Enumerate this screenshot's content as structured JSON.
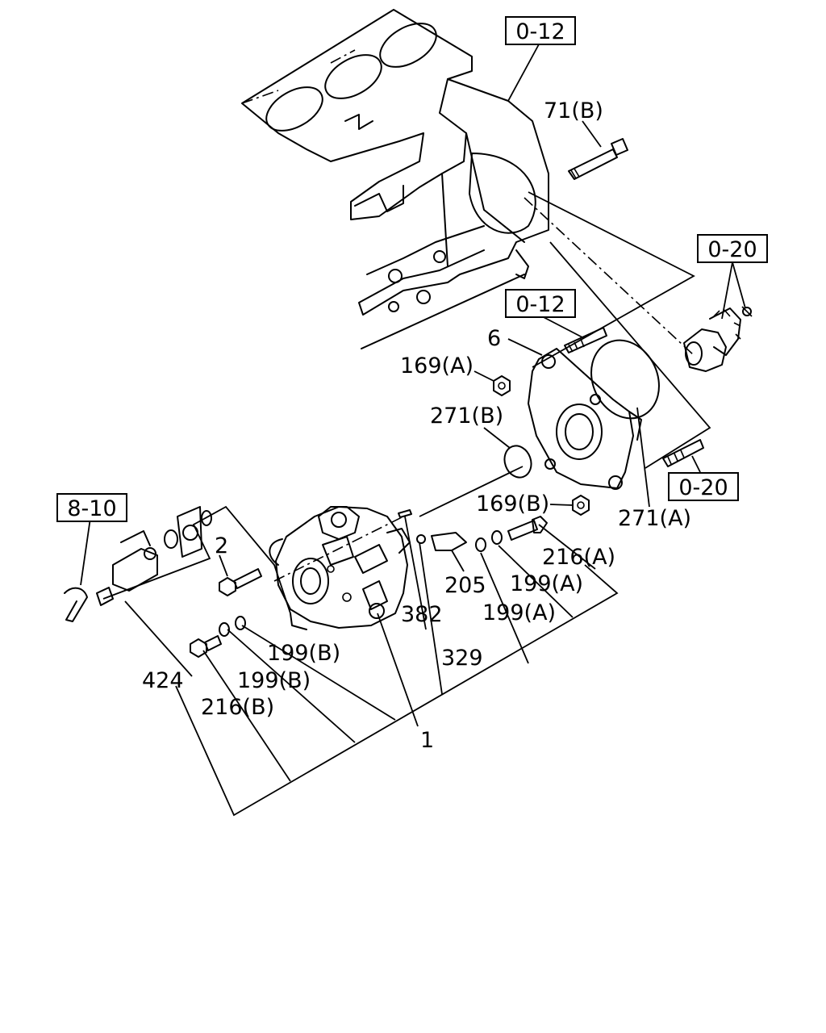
{
  "references": {
    "ref_top": "0-12",
    "ref_right_top": "0-20",
    "ref_middle": "0-12",
    "ref_right_bottom": "0-20",
    "ref_left": "8-10"
  },
  "callouts": {
    "p71b": "71(B)",
    "p6": "6",
    "p169a": "169(A)",
    "p271b": "271(B)",
    "p169b": "169(B)",
    "p271a": "271(A)",
    "p2": "2",
    "p216a": "216(A)",
    "p205": "205",
    "p199a_1": "199(A)",
    "p199a_2": "199(A)",
    "p382": "382",
    "p329": "329",
    "p199b_1": "199(B)",
    "p199b_2": "199(B)",
    "p424": "424",
    "p216b": "216(B)",
    "p1": "1"
  }
}
